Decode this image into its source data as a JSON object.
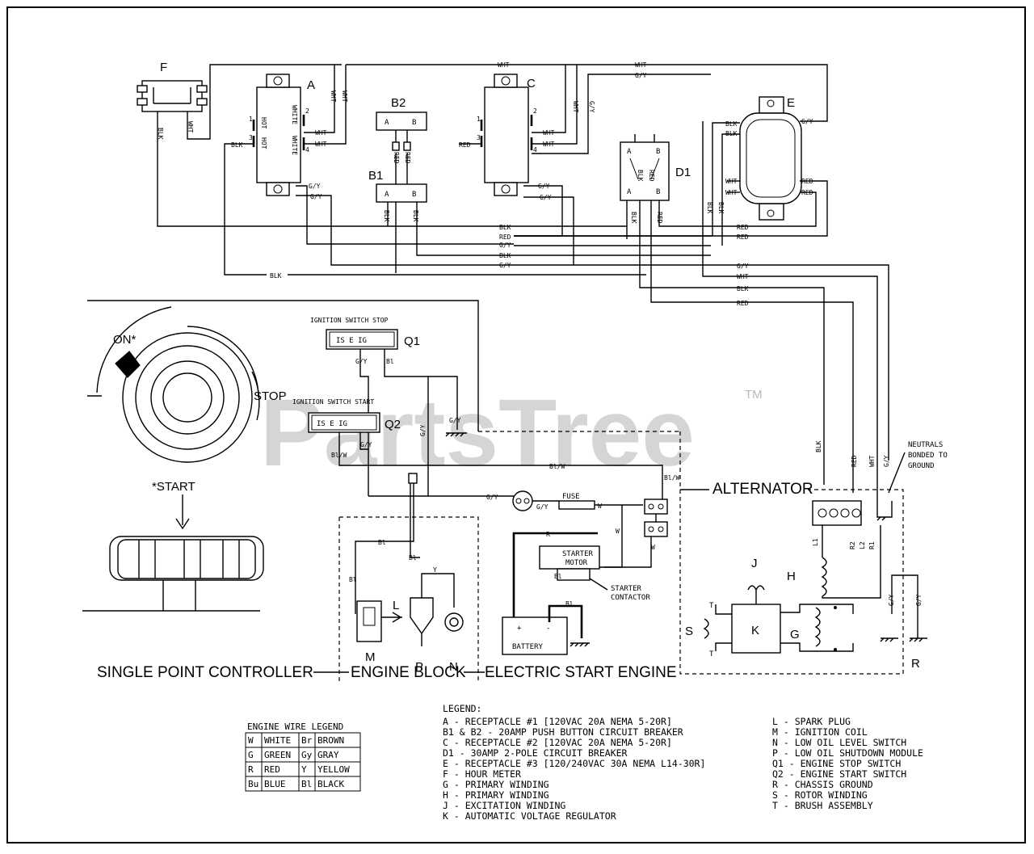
{
  "components": {
    "F": "F",
    "A": "A",
    "B2": "B2",
    "C": "C",
    "E": "E",
    "B1": "B1",
    "D1": "D1",
    "Q1": "Q1",
    "Q2": "Q2",
    "L": "L",
    "M": "M",
    "P": "P",
    "N": "N",
    "H": "H",
    "J": "J",
    "K": "K",
    "G": "G",
    "S": "S",
    "R": "R",
    "pin_a": "A",
    "pin_b": "B",
    "pin_1": "1",
    "pin_2": "2",
    "pin_3": "3",
    "pin_4": "4"
  },
  "wire_labels": {
    "wht": "WHT",
    "blk": "BLK",
    "red": "RED",
    "gy": "G/Y",
    "hot": "HOT",
    "white": "WHITE",
    "gy_lower": "G/Y",
    "bl": "Bl",
    "bl_w": "Bl/W",
    "w": "W",
    "y": "Y",
    "r": "R",
    "l1": "L1",
    "l2": "L2",
    "r1": "R1",
    "r2": "R2",
    "t": "T"
  },
  "labels": {
    "ignition_stop": "IGNITION SWITCH STOP",
    "ignition_start": "IGNITION SWITCH START",
    "switch_terms": "IS E IG",
    "on": "ON*",
    "stop": "STOP",
    "start": "*START",
    "fuse": "FUSE",
    "starter_motor_1": "STARTER",
    "starter_motor_2": "MOTOR",
    "starter_contactor_1": "STARTER",
    "starter_contactor_2": "CONTACTOR",
    "battery": "BATTERY",
    "battery_plus": "+",
    "battery_minus": "-",
    "alternator": "ALTERNATOR",
    "neutrals_1": "NEUTRALS",
    "neutrals_2": "BONDED TO",
    "neutrals_3": "GROUND",
    "watermark": "PartsTree",
    "trademark": "TM"
  },
  "sections": {
    "spc": "SINGLE POINT CONTROLLER",
    "engine_block": "ENGINE BLOCK",
    "electric_start": "ELECTRIC START ENGINE"
  },
  "engine_wire_legend": {
    "title": "ENGINE WIRE LEGEND",
    "rows": [
      [
        "W",
        "WHITE",
        "Br",
        "BROWN"
      ],
      [
        "G",
        "GREEN",
        "Gy",
        "GRAY"
      ],
      [
        "R",
        "RED",
        "Y",
        "YELLOW"
      ],
      [
        "Bu",
        "BLUE",
        "Bl",
        "BLACK"
      ]
    ]
  },
  "legend": {
    "title": "LEGEND:",
    "left": [
      "A - RECEPTACLE #1 [120VAC 20A NEMA 5-20R]",
      "B1 & B2 - 20AMP PUSH BUTTON CIRCUIT BREAKER",
      "C - RECEPTACLE #2 [120VAC 20A NEMA 5-20R]",
      "D1 - 30AMP 2-POLE CIRCUIT BREAKER",
      "E - RECEPTACLE #3 [120/240VAC 30A NEMA L14-30R]",
      "F - HOUR METER",
      "G - PRIMARY WINDING",
      "H - PRIMARY WINDING",
      "J - EXCITATION WINDING",
      "K - AUTOMATIC VOLTAGE REGULATOR"
    ],
    "right": [
      "L - SPARK PLUG",
      "M - IGNITION COIL",
      "N - LOW OIL LEVEL SWITCH",
      "P - LOW OIL SHUTDOWN MODULE",
      "Q1 - ENGINE STOP SWITCH",
      "Q2 - ENGINE START SWITCH",
      "R - CHASSIS GROUND",
      "S - ROTOR WINDING",
      "T - BRUSH ASSEMBLY"
    ]
  }
}
